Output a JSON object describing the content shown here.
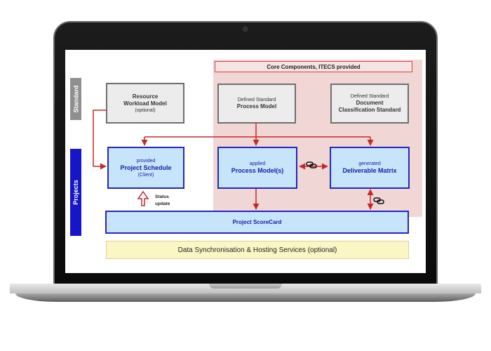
{
  "diagram": {
    "core_components_label": "Core Components, ITECS provided",
    "side_labels": {
      "standard": "Standard",
      "projects": "Projects"
    },
    "boxes": {
      "resource_workload": {
        "title_line1": "Resource",
        "title_line2": "Workload Model",
        "note": "(optional)"
      },
      "process_model_standard": {
        "small": "Defined Standard",
        "title": "Process Model"
      },
      "document_classification": {
        "small": "Defined Standard",
        "title_line1": "Document",
        "title_line2": "Classification Standard"
      },
      "project_schedule": {
        "small": "provided",
        "title": "Project Schedule",
        "note": "(Client)"
      },
      "applied_process_model": {
        "small": "applied",
        "title": "Process Model(s)"
      },
      "deliverable_matrix": {
        "small": "generated",
        "title": "Deliverable Matrix"
      }
    },
    "status_update": "Status update",
    "scorecard": "Project ScoreCard",
    "sync_bar": "Data Synchronisation & Hosting Services (optional)",
    "colors": {
      "core_region": "#f1d6d6",
      "connector": "#c62828",
      "blue_box_fill": "#c6e4fa",
      "blue_box_border": "#2626b8",
      "standard_tag": "#8f8f8f",
      "projects_tag": "#1616c8",
      "sync_fill": "#fbf7c4"
    },
    "icons": [
      "link-icon",
      "link-icon"
    ]
  }
}
